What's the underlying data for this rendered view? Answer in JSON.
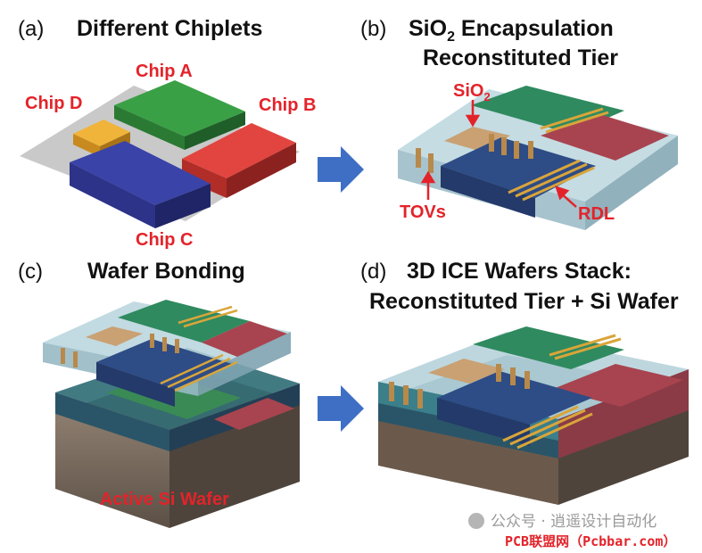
{
  "panels": {
    "a": {
      "letter": "(a)",
      "title": "Different Chiplets"
    },
    "b": {
      "letter": "(b)",
      "title_main": "SiO",
      "title_sub": "2",
      "title_rest": " Encapsulation",
      "title_line2": "Reconstituted Tier"
    },
    "c": {
      "letter": "(c)",
      "title": "Wafer Bonding"
    },
    "d": {
      "letter": "(d)",
      "title_line1": "3D ICE Wafers Stack:",
      "title_line2": "Reconstituted Tier + Si Wafer"
    }
  },
  "labels": {
    "chip_a": "Chip A",
    "chip_b": "Chip B",
    "chip_c": "Chip C",
    "chip_d": "Chip D",
    "sio2_main": "SiO",
    "sio2_sub": "2",
    "tovs": "TOVs",
    "rdl": "RDL",
    "active_si_wafer": "Active Si Wafer"
  },
  "watermark": {
    "line1": "公众号 · 逍遥设计自动化",
    "line2": "PCB联盟网（Pcbbar.com）"
  },
  "colors": {
    "chip_a": "#2e8b3e",
    "chip_b": "#d93a35",
    "chip_c": "#2f3590",
    "chip_d": "#e0a82e",
    "arrow": "#3f6fc4",
    "label_red": "#e3232a"
  }
}
